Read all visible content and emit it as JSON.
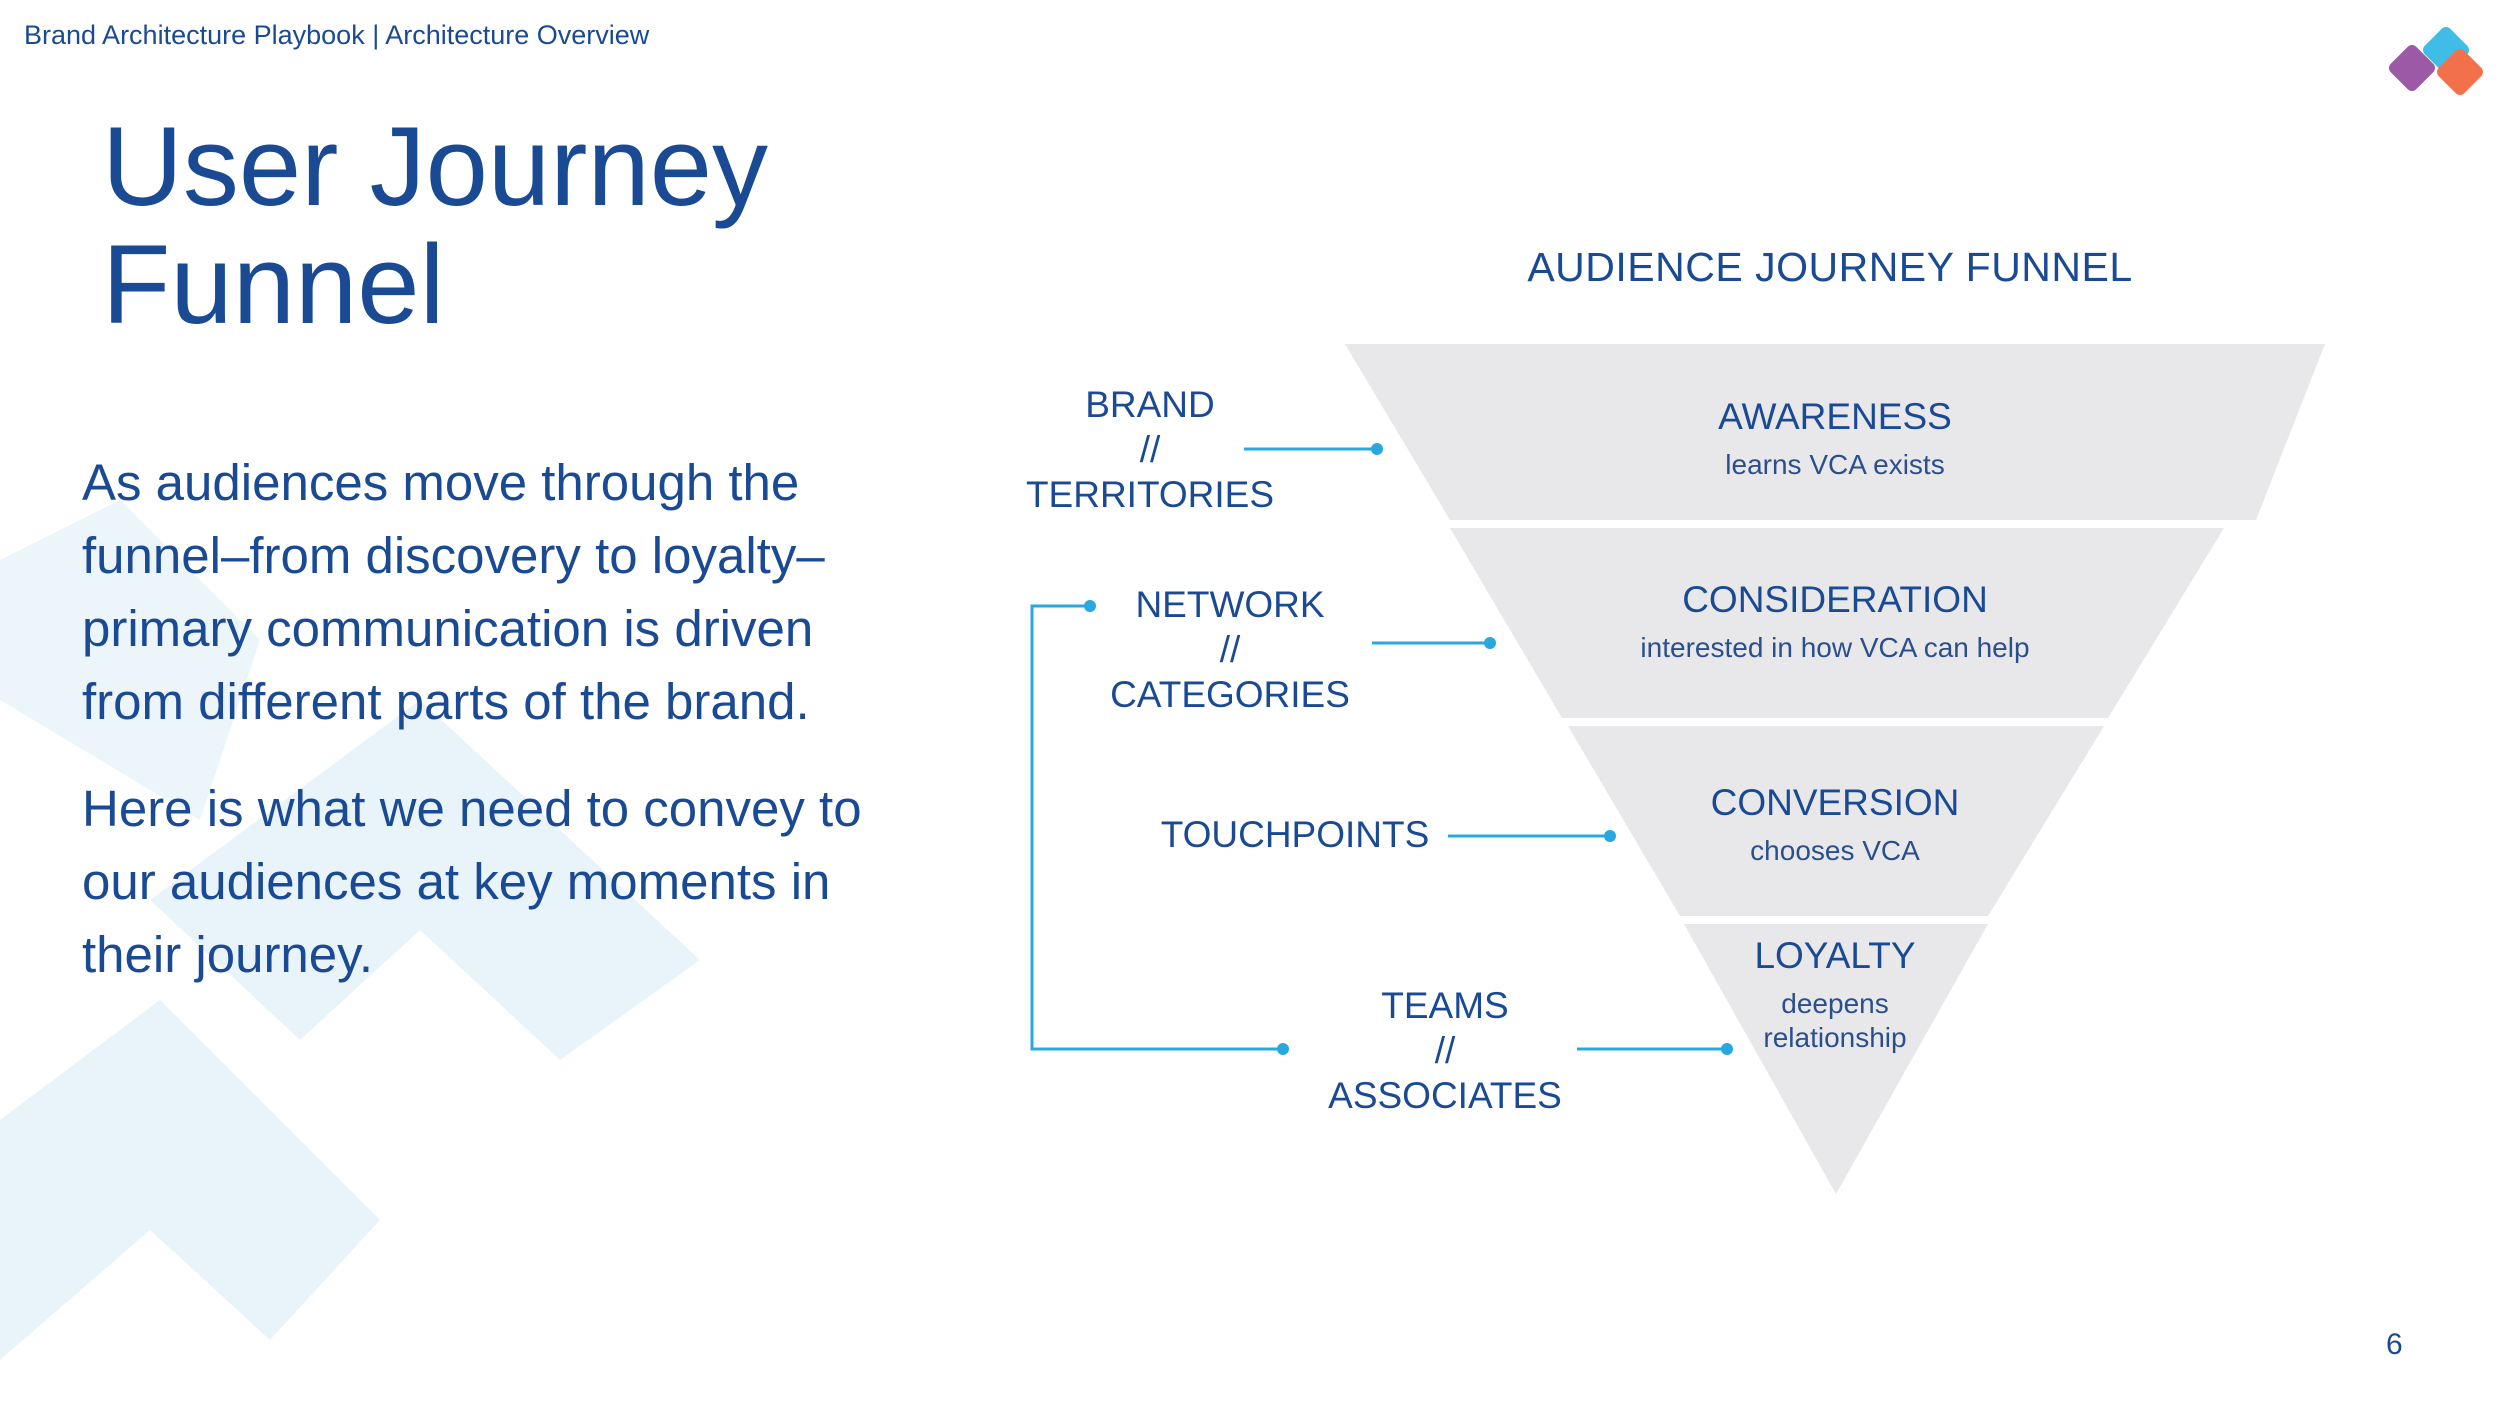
{
  "header": {
    "breadcrumb": "Brand Architecture Playbook | Architecture Overview"
  },
  "title": {
    "line1": "User Journey",
    "line2": "Funnel"
  },
  "body": {
    "paragraph1": "As audiences move through the funnel–from discovery to loyalty– primary communication is driven from different parts of the brand.",
    "paragraph2": "Here is what we need to convey to our audiences at key moments in their journey."
  },
  "funnel": {
    "title": "AUDIENCE JOURNEY FUNNEL",
    "stages": [
      {
        "name": "AWARENESS",
        "description": "learns VCA exists"
      },
      {
        "name": "CONSIDERATION",
        "description": "interested in how VCA can help"
      },
      {
        "name": "CONVERSION",
        "description": "chooses VCA"
      },
      {
        "name": "LOYALTY",
        "description_line1": "deepens",
        "description_line2": "relationship"
      }
    ],
    "sources": [
      {
        "line1": "BRAND",
        "line2": "//",
        "line3": "TERRITORIES"
      },
      {
        "line1": "NETWORK",
        "line2": "//",
        "line3": "CATEGORIES"
      },
      {
        "line1": "TOUCHPOINTS"
      },
      {
        "line1": "TEAMS",
        "line2": "//",
        "line3": "ASSOCIATES"
      }
    ]
  },
  "colors": {
    "primary_text": "#1a4a93",
    "funnel_fill": "#e8e8ea",
    "connector": "#29a8e0",
    "logo_purple": "#9b59a6",
    "logo_cyan": "#3fbde6",
    "logo_orange": "#f2714b",
    "background_shape": "#e9f4fa"
  },
  "footer": {
    "page_number": "6"
  }
}
